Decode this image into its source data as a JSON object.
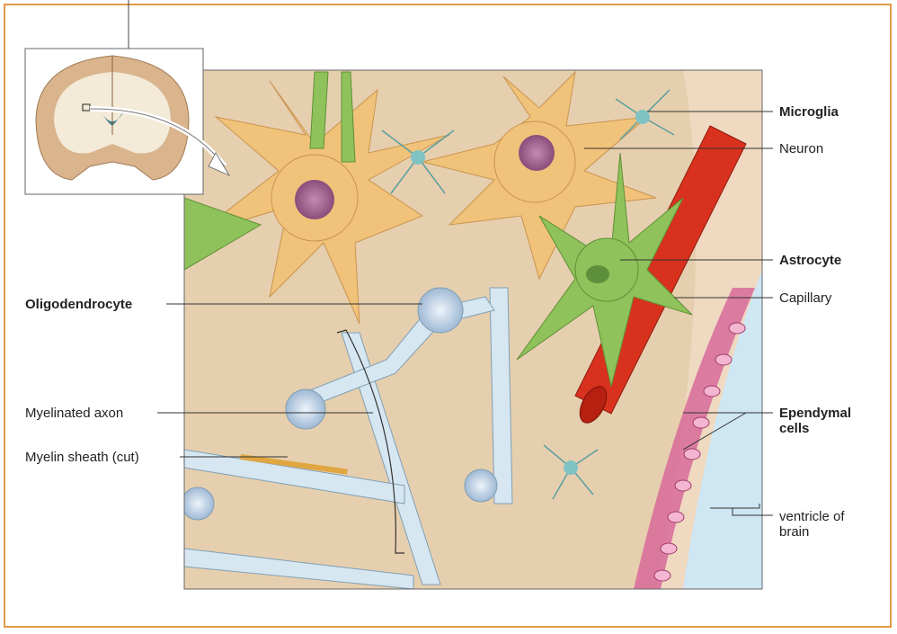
{
  "labels": {
    "microglia": "Microglia",
    "neuron": "Neuron",
    "astrocyte": "Astrocyte",
    "capillary": "Capillary",
    "oligodendrocyte": "Oligodendrocyte",
    "myelinated_axon": "Myelinated axon",
    "myelin_sheath": "Myelin sheath (cut)",
    "ependymal_line1": "Ependymal",
    "ependymal_line2": "cells",
    "ventricle_line1": "ventricle of",
    "ventricle_line2": "brain"
  },
  "colors": {
    "border": "#e39a4a",
    "tissue": "#e8d2b0",
    "neuron": "#f0c27a",
    "astrocyte": "#8fc25a",
    "capillary": "#d8321e",
    "myelin": "#cfe3ee",
    "ependymal": "#d86a9a",
    "ventricle": "#cfe6f3"
  }
}
